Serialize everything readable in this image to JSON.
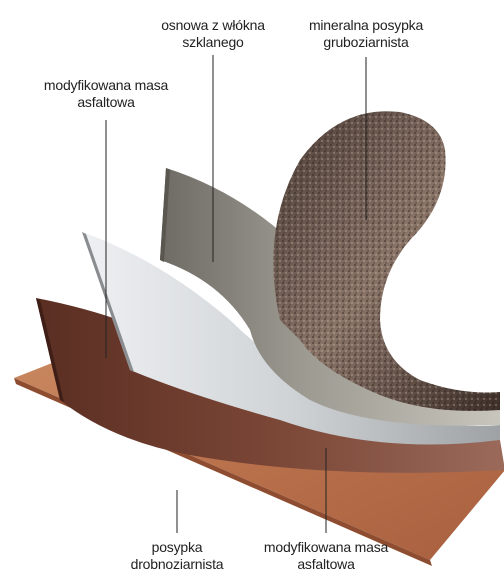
{
  "labels": {
    "fiberglass_base": {
      "line1": "osnowa z włókna",
      "line2": "szklanego"
    },
    "mineral_coarse": {
      "line1": "mineralna posypka",
      "line2": "gruboziarnista"
    },
    "modified_asphalt_top": {
      "line1": "modyfikowana masa",
      "line2": "asfaltowa"
    },
    "fine_sprinkle": {
      "line1": "posypka",
      "line2": "drobnoziarnista"
    },
    "modified_asphalt_bottom": {
      "line1": "modyfikowana masa",
      "line2": "asfaltowa"
    }
  },
  "colors": {
    "base_sheet": "#c47c55",
    "asphalt_layer": "#6b3a2a",
    "glass_layer": "#c9cdd0",
    "granule_layer": "#6a5a52",
    "leader_line": "#222222"
  }
}
